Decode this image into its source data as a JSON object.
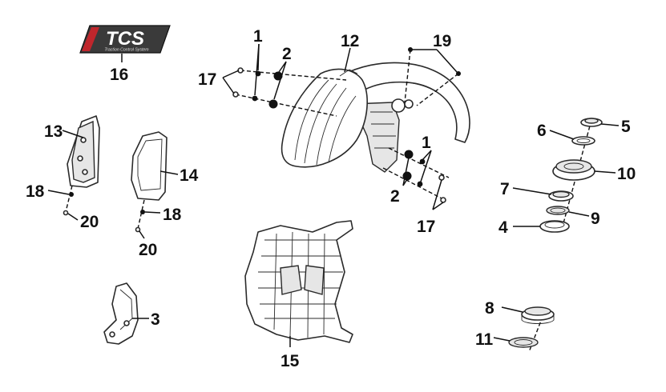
{
  "logo": {
    "wordmark": "TCS",
    "tagline": "Traction Control System"
  },
  "callouts": [
    "1",
    "2",
    "3",
    "4",
    "5",
    "6",
    "7",
    "8",
    "9",
    "10",
    "11",
    "12",
    "13",
    "14",
    "15",
    "16",
    "17",
    "18",
    "19",
    "20"
  ],
  "colors": {
    "line": "#2a2a2a",
    "logo_bg": "#3a3a3a",
    "logo_accent": "#c0262c",
    "text": "#111111"
  }
}
